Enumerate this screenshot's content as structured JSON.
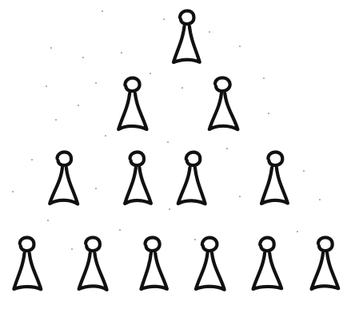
{
  "diagram": {
    "type": "pyramid-of-figures",
    "ink_color": "#111111",
    "paper_color": "#ffffff",
    "rows": [
      {
        "row": 1,
        "figure_count": 1
      },
      {
        "row": 2,
        "figure_count": 2
      },
      {
        "row": 3,
        "figure_count": 4
      },
      {
        "row": 4,
        "figure_count": 6
      }
    ]
  }
}
